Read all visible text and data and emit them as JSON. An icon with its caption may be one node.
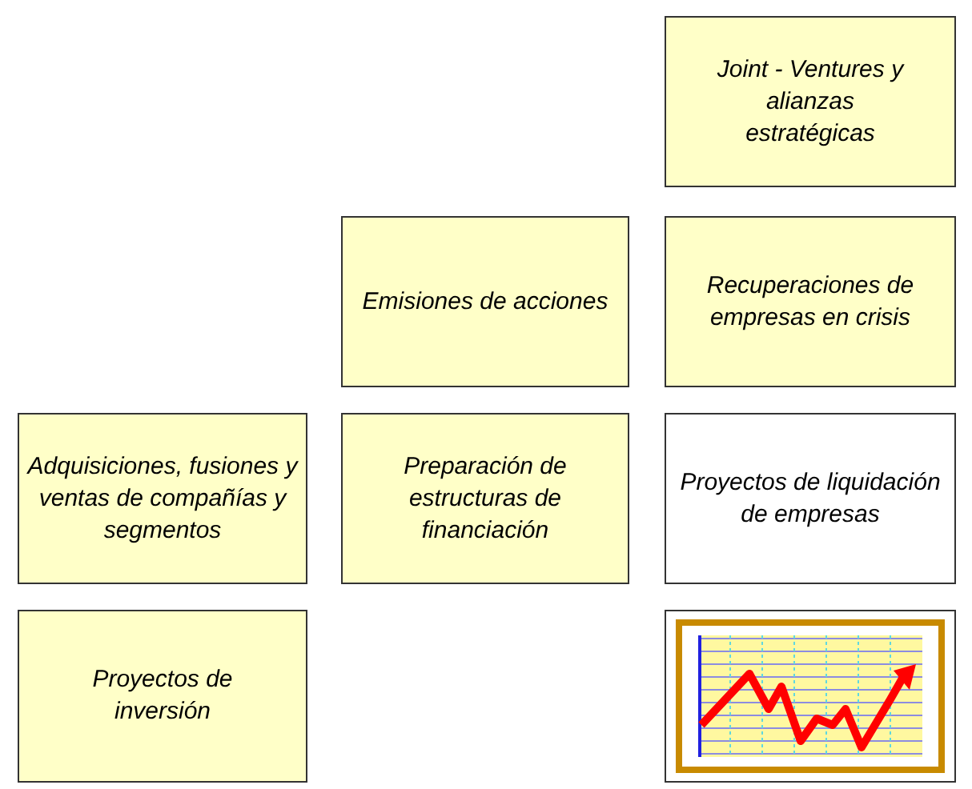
{
  "diagram": {
    "nodes": [
      {
        "text": [
          "Joint - Ventures y alianzas estratégicas"
        ]
      },
      {
        "text": [
          "Emisiones de acciones"
        ]
      },
      {
        "text": [
          "Recuperaciones de empresas en crisis"
        ]
      },
      {
        "text": [
          "Adquisiciones, fusiones y ventas de compañías y segmentos"
        ]
      },
      {
        "text": [
          "Preparación de estructuras de financiación"
        ]
      },
      {
        "text": [
          "Proyectos de liquidación de empresas"
        ]
      },
      {
        "text": [
          "Proyectos de inversión"
        ]
      },
      {
        "text": [],
        "shape": "picture"
      }
    ]
  }
}
